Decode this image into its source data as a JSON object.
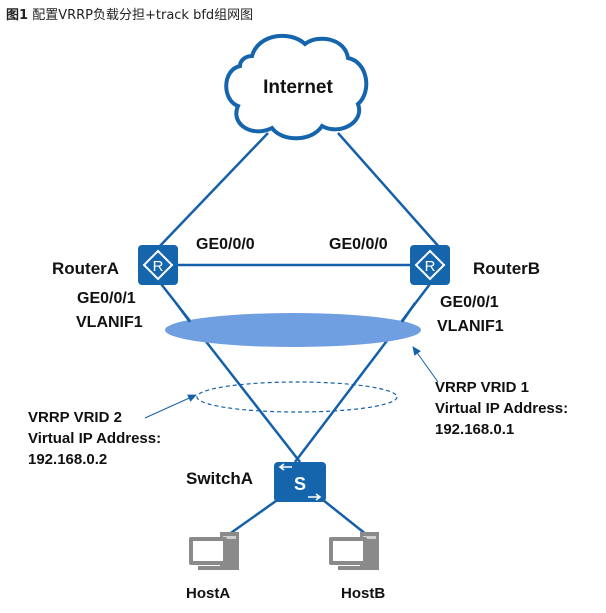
{
  "figure": {
    "number": "图1",
    "caption": "配置VRRP负载分担+track bfd组网图"
  },
  "nodes": {
    "internet": {
      "label": "Internet"
    },
    "routerA": {
      "label": "RouterA",
      "icon": "router-icon",
      "glyph": "R"
    },
    "routerB": {
      "label": "RouterB",
      "icon": "router-icon",
      "glyph": "R"
    },
    "switchA": {
      "label": "SwitchA",
      "icon": "switch-icon",
      "glyph": "S"
    },
    "hostA": {
      "label": "HostA",
      "icon": "pc-icon"
    },
    "hostB": {
      "label": "HostB",
      "icon": "pc-icon"
    }
  },
  "interfaces": {
    "routerA_ge000": "GE0/0/0",
    "routerB_ge000": "GE0/0/0",
    "routerA_ge001": "GE0/0/1",
    "routerA_vlanif": "VLANIF1",
    "routerB_ge001": "GE0/0/1",
    "routerB_vlanif": "VLANIF1"
  },
  "vrrp": {
    "vrid1": {
      "line1": "VRRP VRID 1",
      "line2": "Virtual IP Address:",
      "line3": "192.168.0.1"
    },
    "vrid2": {
      "line1": "VRRP VRID 2",
      "line2": "Virtual IP Address:",
      "line3": "192.168.0.2"
    }
  },
  "colors": {
    "link": "#1560a8",
    "device": "#1565ad",
    "vrrp_group": "#6f9fe0",
    "pc": "#8a8a8a"
  }
}
